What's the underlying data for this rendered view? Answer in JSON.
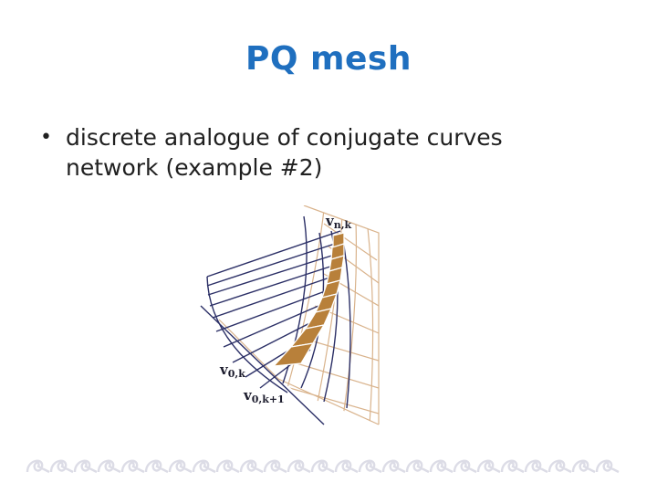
{
  "slide": {
    "title": "PQ mesh",
    "bullet": {
      "symbol": "•",
      "line1": "discrete analogue of conjugate curves",
      "line2": "network (example #2)"
    }
  },
  "figure": {
    "labels": {
      "top_v": "v",
      "top_sub": "n,k",
      "mid_v": "v",
      "mid_sub": "0,k",
      "bot_v": "v",
      "bot_sub": "0,k+1"
    },
    "colors": {
      "mesh_lines": "#2b2f66",
      "paper_mesh": "#d9b38c",
      "strip_fill": "#b8803a"
    }
  },
  "footer": {
    "ornament_icon": "spiral-wave-pattern",
    "color": "#dcdce6"
  }
}
